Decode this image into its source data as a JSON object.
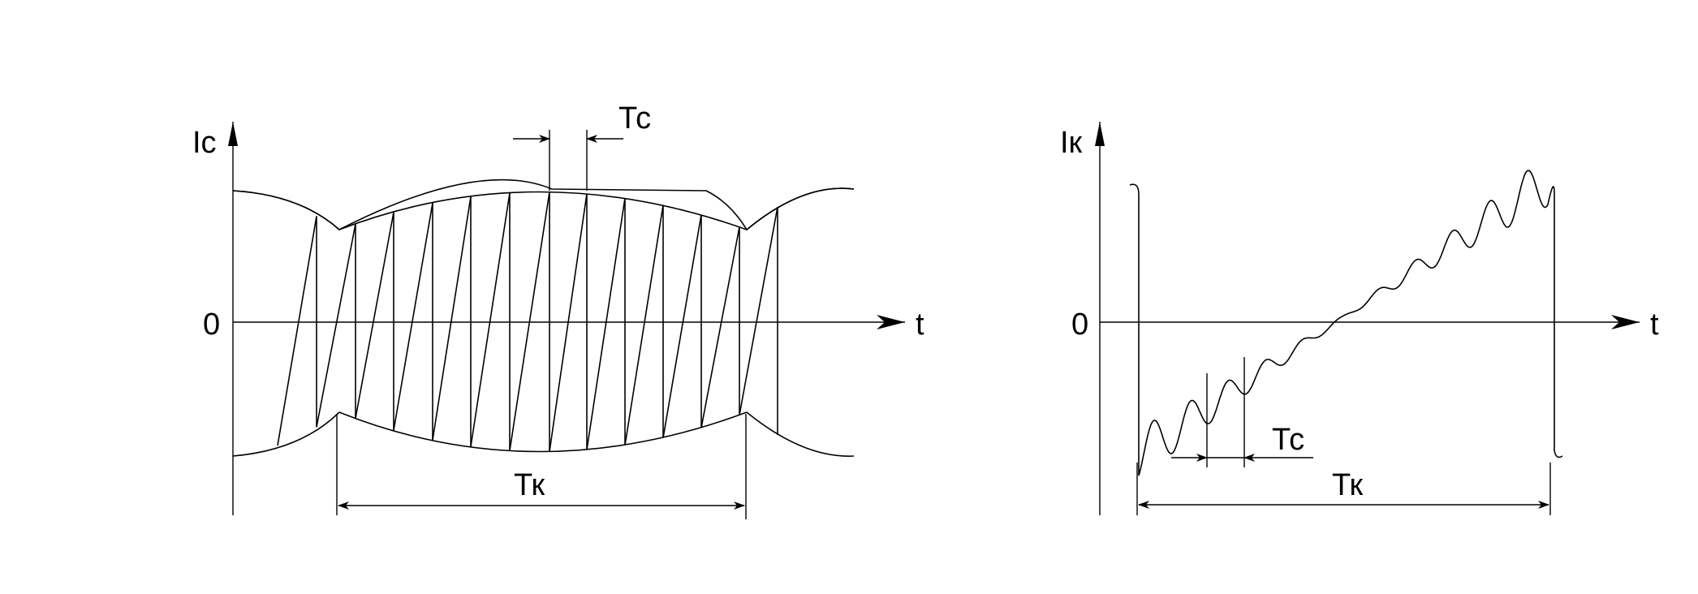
{
  "left_plot": {
    "y_axis_label": "Iс",
    "x_axis_label": "t",
    "origin_label": "0",
    "dimension_small": "Тс",
    "dimension_large": "Тк"
  },
  "right_plot": {
    "y_axis_label": "Iк",
    "x_axis_label": "t",
    "origin_label": "0",
    "dimension_small": "Тс",
    "dimension_large": "Тк"
  },
  "colors": {
    "ink": "#000000",
    "background": "#ffffff"
  }
}
